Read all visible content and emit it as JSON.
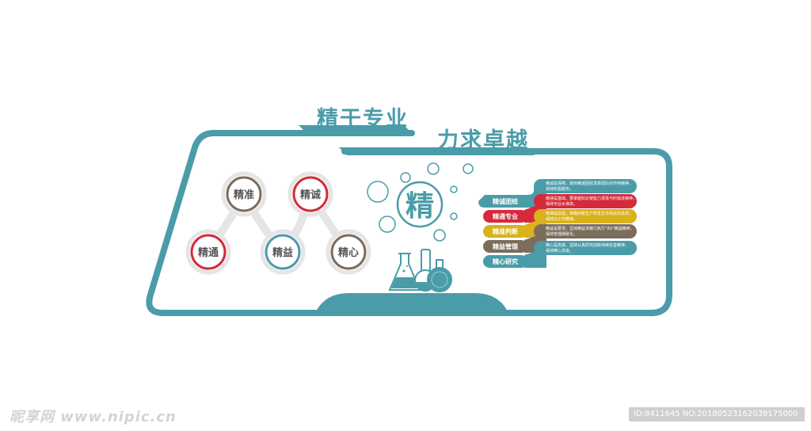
{
  "titles": {
    "line1": "精于专业",
    "line2": "力求卓越"
  },
  "center": {
    "char": "精"
  },
  "circles": [
    {
      "label": "精准",
      "color": "#7b6c5c"
    },
    {
      "label": "精诚",
      "color": "#d42a39"
    },
    {
      "label": "精通",
      "color": "#d42a39"
    },
    {
      "label": "精益",
      "color": "#4a9ca9"
    },
    {
      "label": "精心",
      "color": "#7b6c5c"
    }
  ],
  "ribbons": [
    {
      "label": "精诚团结",
      "color": "#4a9ca9",
      "desc1": "精诚是保障，做到精诚团结发挥团队的作用精神，",
      "desc2": "保持积极服务。"
    },
    {
      "label": "精通专业",
      "color": "#d42a39",
      "desc1": "精通是基础，要掌握知识使能力发挥与时俱进精神，",
      "desc2": "保持专业水准高。"
    },
    {
      "label": "精准判断",
      "color": "#d9b21c",
      "desc1": "精准是前提，准确判断生产研发及市场实际需求，",
      "desc2": "保持对工作精准。"
    },
    {
      "label": "精益管理",
      "color": "#7b6c5c",
      "desc1": "精益是要求，坚持精益求精力执行“6S”精益精神，",
      "desc2": "保持管理细致化。"
    },
    {
      "label": "精心研究",
      "color": "#4a9ca9",
      "desc1": "精心是态度，坚持认真研究创新持续完善精神，",
      "desc2": "保持精心态度。"
    }
  ],
  "colors": {
    "teal": "#4a9ca9",
    "red": "#d42a39",
    "gold": "#d9b21c",
    "brown": "#7b6c5c",
    "gray": "#e5e5e5"
  },
  "watermark": {
    "left": "昵享网 www.nipic.cn",
    "right": "ID:8411645 NO:20180523162039175000"
  }
}
